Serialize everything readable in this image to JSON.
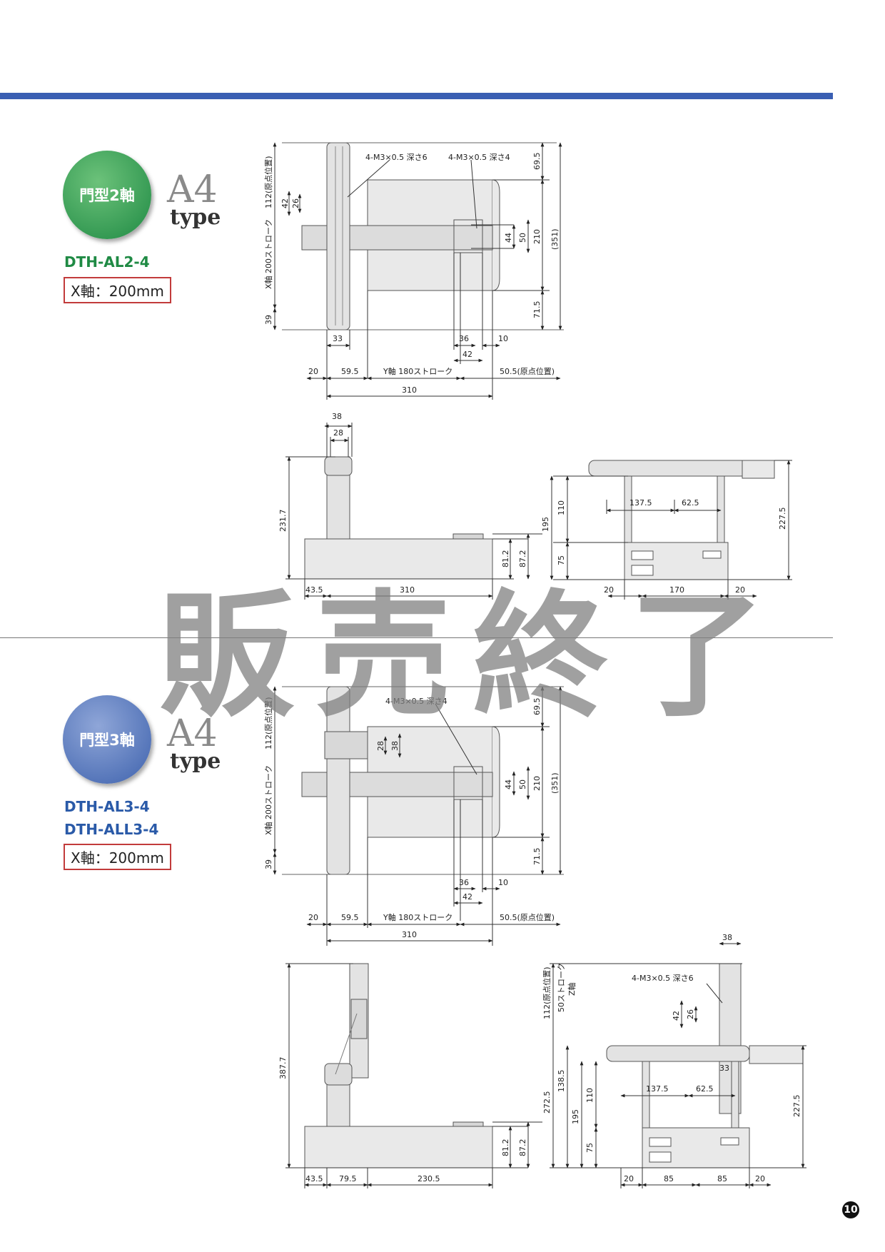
{
  "sections": [
    {
      "badge": "門型2軸",
      "type_big": "A4",
      "type_small": "type",
      "models": [
        "DTH-AL2-4"
      ],
      "spec": "X軸：200mm"
    },
    {
      "badge": "門型3軸",
      "type_big": "A4",
      "type_small": "type",
      "models": [
        "DTH-AL3-4",
        "DTH-ALL3-4"
      ],
      "spec": "X軸：200mm"
    }
  ],
  "watermark": "販売終了",
  "page_number": "10",
  "colors": {
    "top_bar": "#3a5fb3",
    "green_badge": "#2e9a4f",
    "blue_badge": "#5877c0",
    "spec_border": "#c23b3b"
  },
  "dims": {
    "top_plan": {
      "tap1": "4-M3×0.5 深さ6",
      "tap2": "4-M3×0.5 深さ4",
      "left_origin": "112(原点位置)",
      "x_stroke": "X軸 200ストローク",
      "d42": "42",
      "d26": "26",
      "d39": "39",
      "r695": "69.5",
      "r44": "44",
      "r50": "50",
      "r210": "210",
      "r351": "(351)",
      "r715": "71.5",
      "b33": "33",
      "b36": "36",
      "b42": "42",
      "b10": "10",
      "b20": "20",
      "b595": "59.5",
      "y_stroke": "Y軸 180ストローク",
      "b505": "50.5(原点位置)",
      "b310": "310"
    },
    "top_side": {
      "t38": "38",
      "t28": "28",
      "h2317": "231.7",
      "h812": "81.2",
      "h872": "87.2",
      "b435": "43.5",
      "b310": "310"
    },
    "top_front": {
      "h195": "195",
      "h110": "110",
      "h75": "75",
      "w1375": "137.5",
      "w625": "62.5",
      "h2275": "227.5",
      "b20a": "20",
      "b170": "170",
      "b20b": "20"
    },
    "bottom_plan": {
      "tap": "4-M3×0.5 深さ4",
      "left_origin": "112(原点位置)",
      "x_stroke": "X軸 200ストローク",
      "d28": "28",
      "d38": "38",
      "d39": "39",
      "r695": "69.5",
      "r44": "44",
      "r50": "50",
      "r210": "210",
      "r351": "(351)",
      "r715": "71.5",
      "b36": "36",
      "b42": "42",
      "b10": "10",
      "b20": "20",
      "b595": "59.5",
      "y_stroke": "Y軸 180ストローク",
      "b505": "50.5(原点位置)",
      "b310": "310"
    },
    "bottom_side": {
      "h3877": "387.7",
      "h812": "81.2",
      "h872": "87.2",
      "b435": "43.5",
      "b795": "79.5",
      "b2305": "230.5"
    },
    "bottom_front": {
      "t38": "38",
      "tap": "4-M3×0.5 深さ6",
      "origin": "112(原点位置)",
      "z_stroke": "50ストローク",
      "z_axis": "Z軸",
      "d42": "42",
      "d26": "26",
      "d33": "33",
      "h2725": "272.5",
      "h1385": "138.5",
      "h195": "195",
      "h110": "110",
      "h75": "75",
      "w1375": "137.5",
      "w625": "62.5",
      "h2275": "227.5",
      "b20a": "20",
      "b85a": "85",
      "b85b": "85",
      "b20b": "20"
    }
  }
}
